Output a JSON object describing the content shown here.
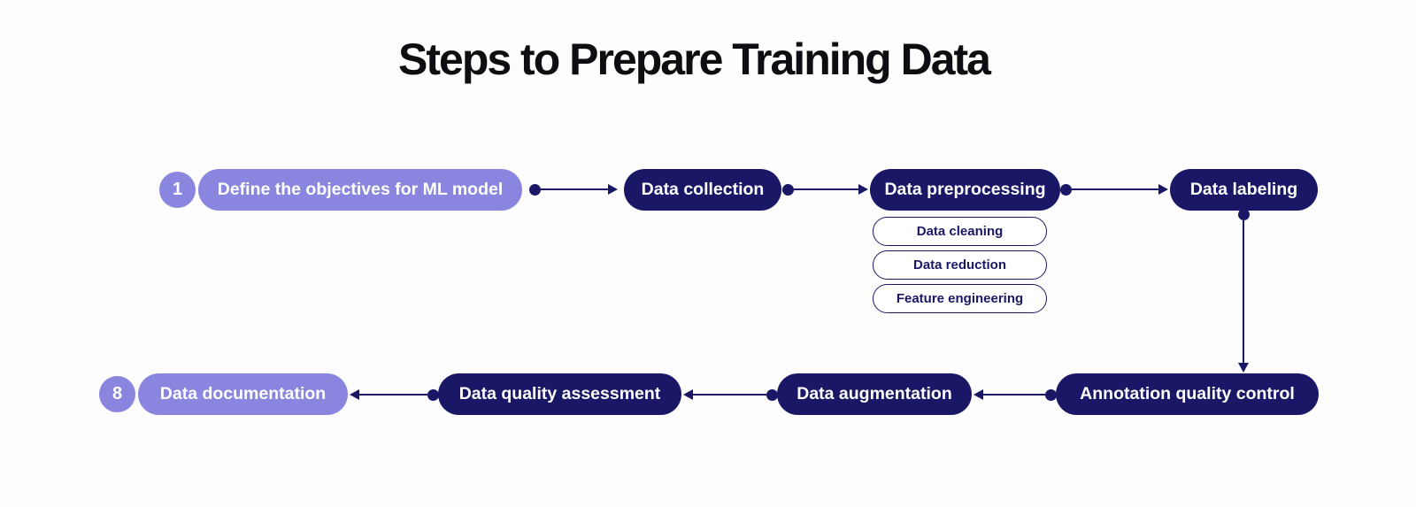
{
  "title": "Steps to Prepare Training Data",
  "colors": {
    "navy": "#1a1866",
    "purple": "#8a86e0",
    "background": "#fdfdfd",
    "title_text": "#0d0d12",
    "pill_text_on_dark": "#ffffff",
    "subpill_background": "#ffffff"
  },
  "flow": {
    "steps": [
      {
        "number": "1",
        "label": "Define the objectives for ML model",
        "variant": "purple"
      },
      {
        "label": "Data collection",
        "variant": "navy"
      },
      {
        "label": "Data preprocessing",
        "variant": "navy",
        "substeps": [
          "Data cleaning",
          "Data reduction",
          "Feature engineering"
        ]
      },
      {
        "label": "Data labeling",
        "variant": "navy"
      },
      {
        "label": "Annotation quality control",
        "variant": "navy"
      },
      {
        "label": "Data augmentation",
        "variant": "navy"
      },
      {
        "label": "Data quality assessment",
        "variant": "navy"
      },
      {
        "number": "8",
        "label": "Data documentation",
        "variant": "purple"
      }
    ]
  }
}
